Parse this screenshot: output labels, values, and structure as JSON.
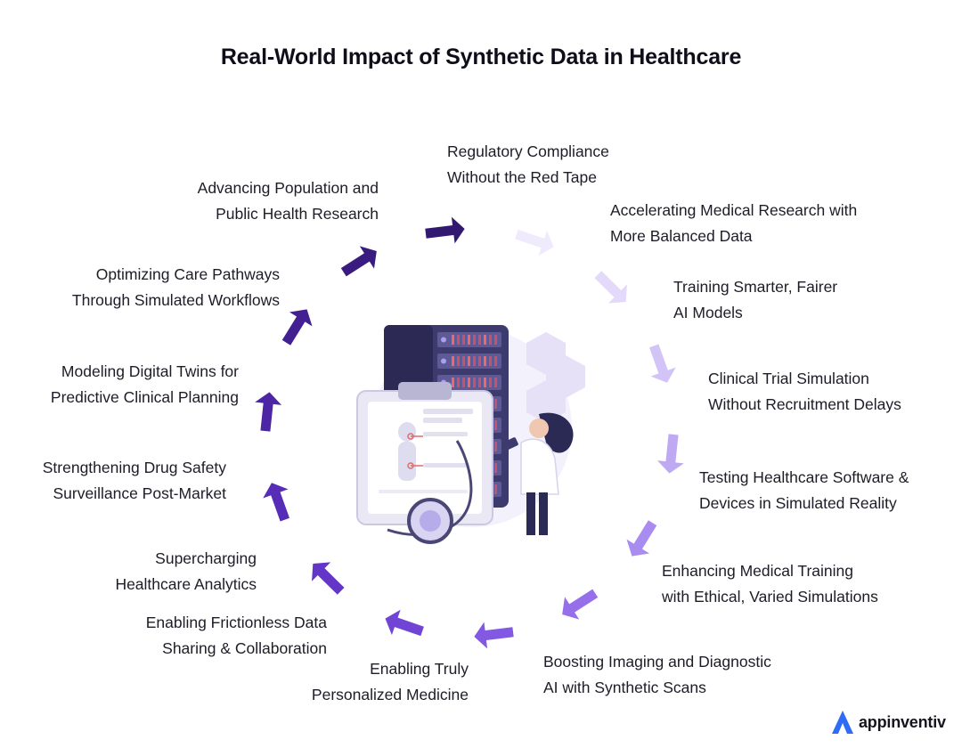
{
  "title": "Real-World Impact of Synthetic Data in Healthcare",
  "items": [
    {
      "line1": "Regulatory Compliance",
      "line2": "Without the Red Tape",
      "color": "#efeafc"
    },
    {
      "line1": "Accelerating Medical Research with",
      "line2": "More Balanced Data",
      "color": "#e3d9fa"
    },
    {
      "line1": "Training Smarter, Fairer",
      "line2": "AI Models",
      "color": "#d3c4f7"
    },
    {
      "line1": "Clinical Trial Simulation",
      "line2": "Without Recruitment Delays",
      "color": "#bfa9f3"
    },
    {
      "line1": "Testing Healthcare Software &",
      "line2": "Devices in Simulated Reality",
      "color": "#a98cef"
    },
    {
      "line1": "Enhancing Medical Training",
      "line2": "with Ethical, Varied Simulations",
      "color": "#9570ea"
    },
    {
      "line1": "Boosting Imaging and Diagnostic",
      "line2": "AI with Synthetic Scans",
      "color": "#8358e2"
    },
    {
      "line1": "Enabling Truly",
      "line2": "Personalized Medicine",
      "color": "#7244d6"
    },
    {
      "line1": "Enabling Frictionless Data",
      "line2": "Sharing & Collaboration",
      "color": "#6436c8"
    },
    {
      "line1": "Supercharging",
      "line2": "Healthcare Analytics",
      "color": "#572cb6"
    },
    {
      "line1": "Strengthening Drug Safety",
      "line2": "Surveillance Post-Market",
      "color": "#4c26a4"
    },
    {
      "line1": "Modeling Digital Twins for",
      "line2": "Predictive Clinical Planning",
      "color": "#432092"
    },
    {
      "line1": "Optimizing Care Pathways",
      "line2": "Through Simulated Workflows",
      "color": "#3a1b80"
    },
    {
      "line1": "Advancing Population and",
      "line2": "Public Health Research",
      "color": "#321870"
    }
  ],
  "brand": {
    "name": "appinventiv",
    "icon": "appinventiv-logo-icon",
    "color": "#2f6cf5"
  }
}
